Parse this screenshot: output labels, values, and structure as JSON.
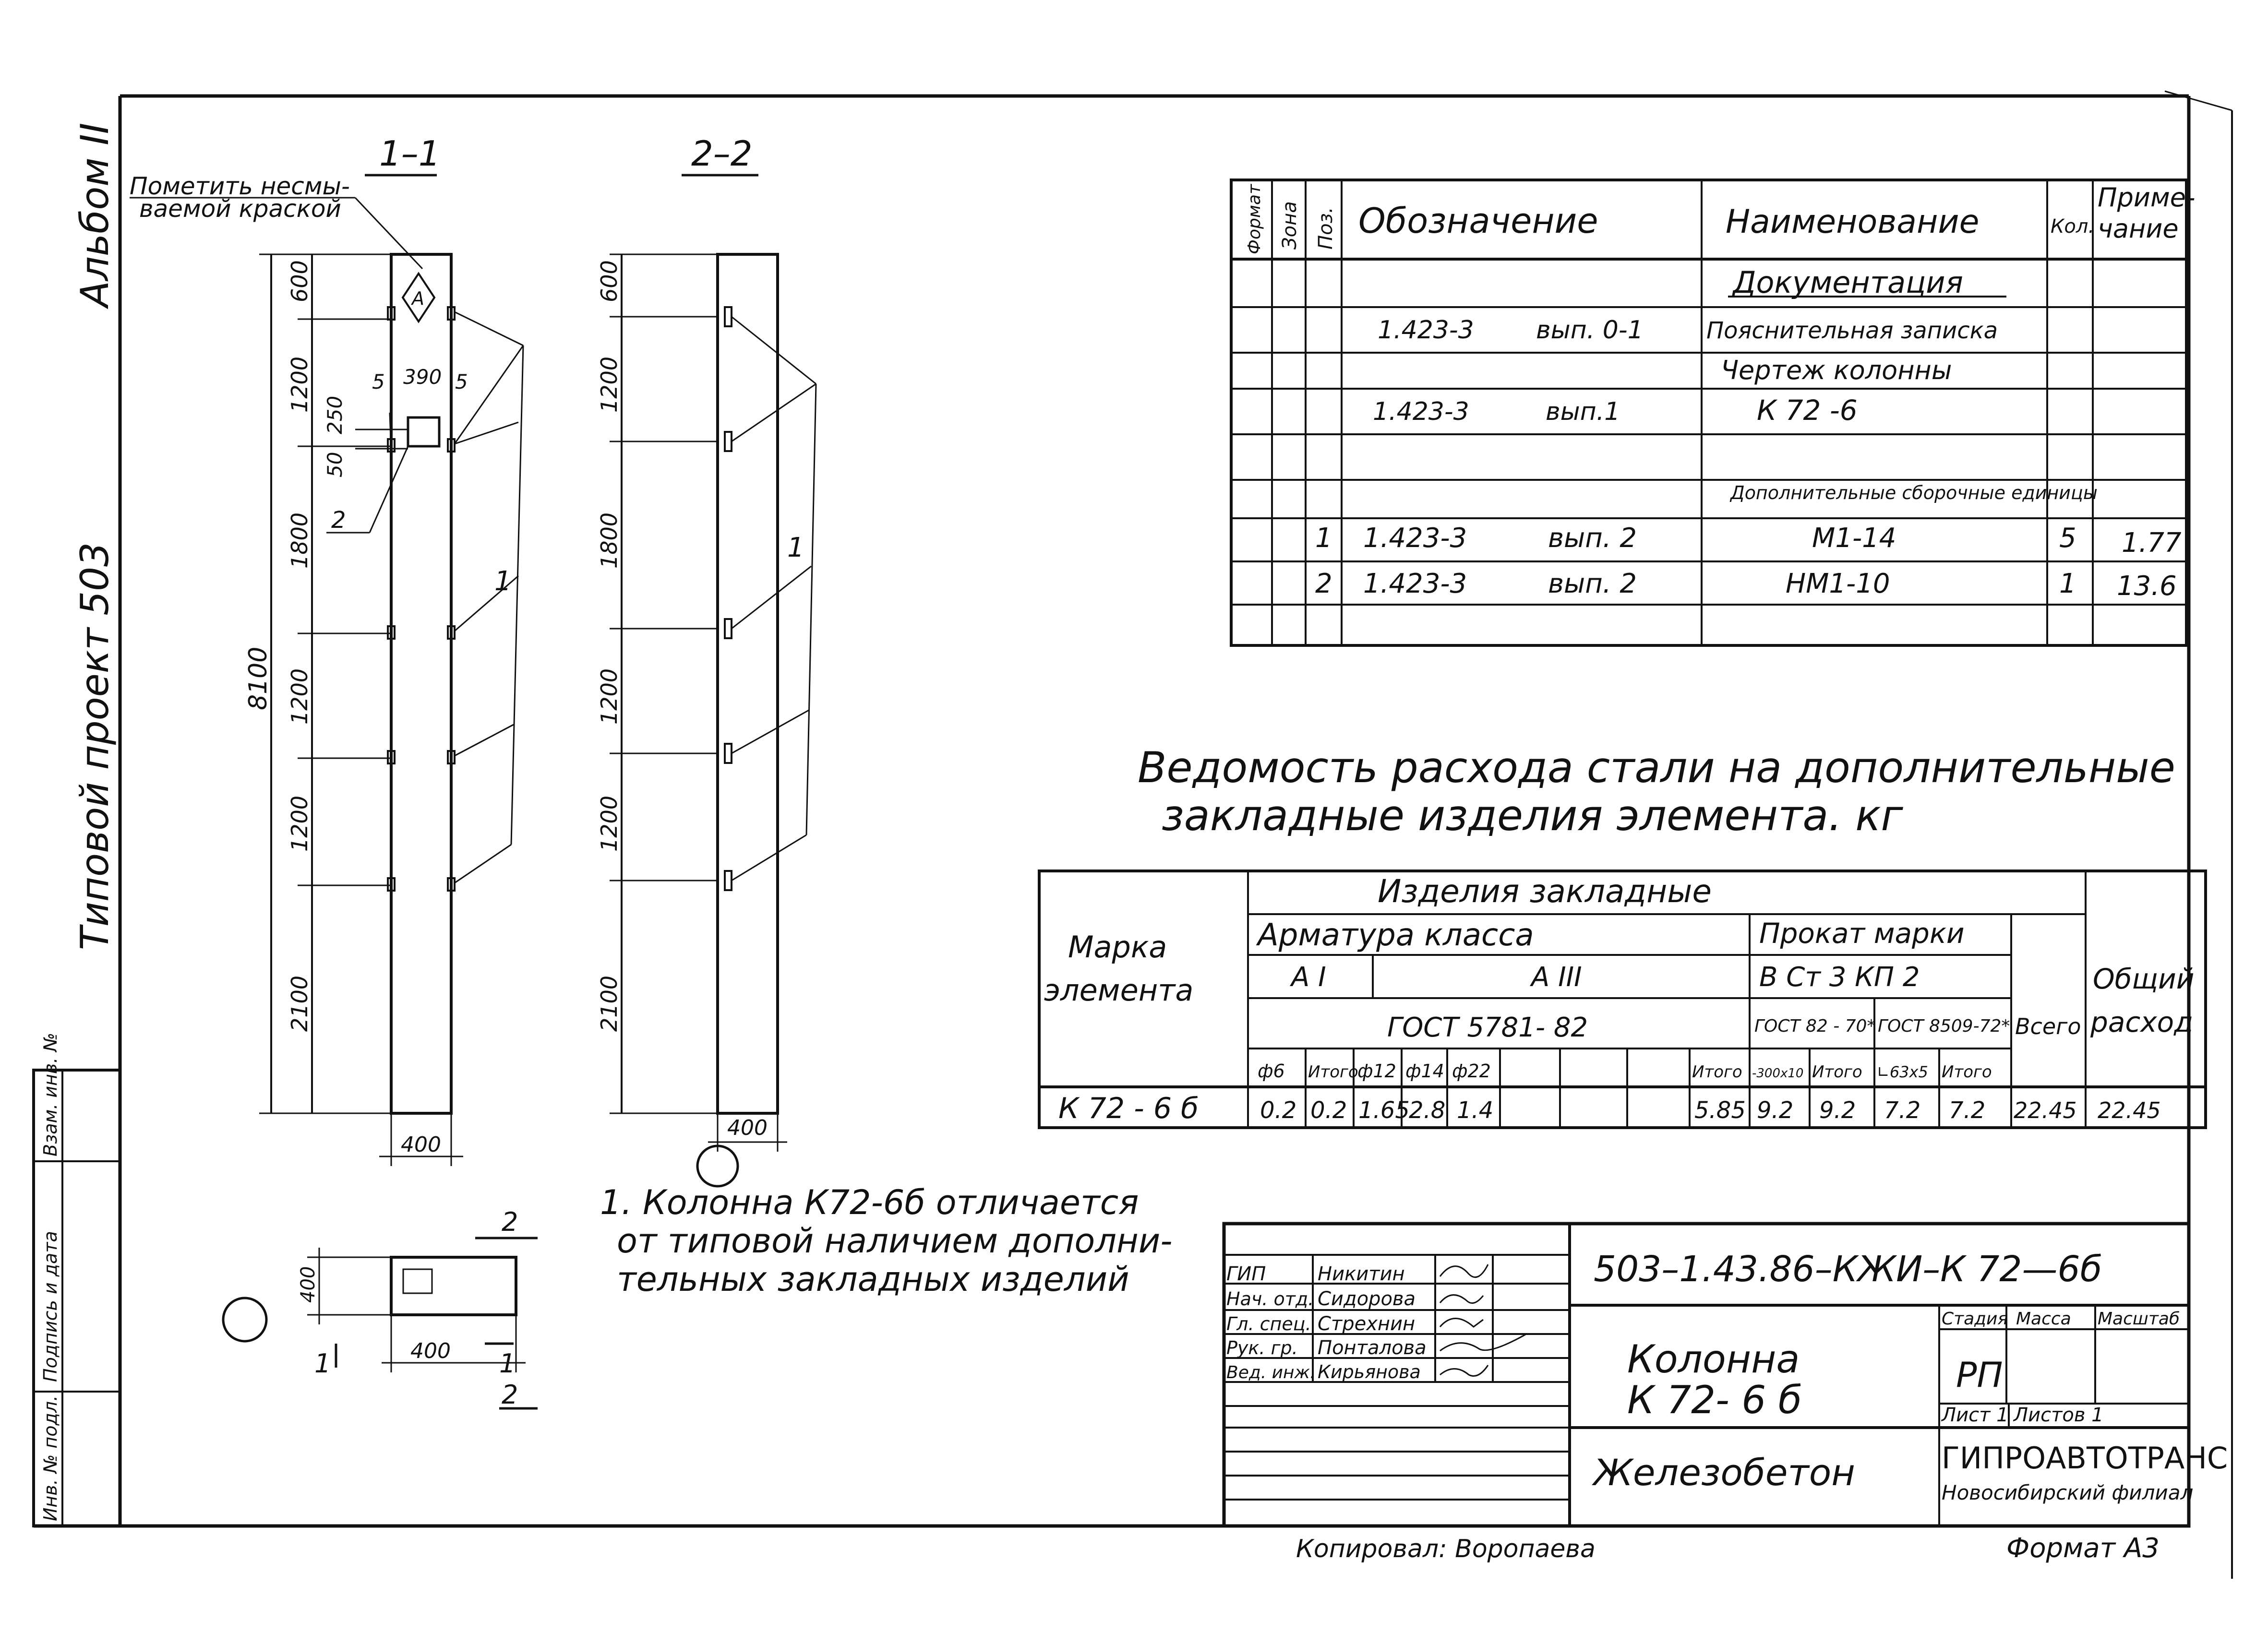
{
  "margins": {
    "album": "Альбом II",
    "project": "Типовой проект 503",
    "stamp": [
      "Инв. № подл.",
      "Подпись и дата",
      "Взам. инв. №"
    ]
  },
  "sections": {
    "s1": "1–1",
    "s2": "2–2",
    "note": [
      "Пометить несмы-",
      "ваемой краской"
    ],
    "s1_dims": [
      "600",
      "1200",
      "1800",
      "1200",
      "1200",
      "2100"
    ],
    "s2_dims": [
      "600",
      "1200",
      "1800",
      "1200",
      "1200",
      "2100"
    ],
    "total": "8100",
    "width": "400",
    "plate": [
      "5",
      "390",
      "5",
      "250",
      "50"
    ],
    "callouts": [
      "1",
      "2"
    ],
    "plan_height": "400",
    "plan_width": "400",
    "cut_marks": [
      "2",
      "1",
      "1",
      "2"
    ]
  },
  "spec": {
    "headers": [
      "Формат",
      "Зона",
      "Поз.",
      "Обозначение",
      "Наименование",
      "Кол.",
      "Приме-",
      "чание"
    ],
    "rows": [
      {
        "pos": "",
        "code": "",
        "issue": "",
        "name": "Документация",
        "qty": "",
        "note": ""
      },
      {
        "pos": "",
        "code": "1.423-3",
        "issue": "вып. 0-1",
        "name": "Пояснительная записка",
        "qty": "",
        "note": ""
      },
      {
        "pos": "",
        "code": "",
        "issue": "",
        "name": "Чертеж колонны",
        "qty": "",
        "note": ""
      },
      {
        "pos": "",
        "code": "1.423-3",
        "issue": "вып.1",
        "name": "К 72 -6",
        "qty": "",
        "note": ""
      },
      {
        "pos": "",
        "code": "",
        "issue": "",
        "name": "Дополнительные сборочные единицы",
        "qty": "",
        "note": ""
      },
      {
        "pos": "1",
        "code": "1.423-3",
        "issue": "вып. 2",
        "name": "М1-14",
        "qty": "5",
        "note": "1.77"
      },
      {
        "pos": "2",
        "code": "1.423-3",
        "issue": "вып. 2",
        "name": "НМ1-10",
        "qty": "1",
        "note": "13.6"
      },
      {
        "pos": "",
        "code": "",
        "issue": "",
        "name": "",
        "qty": "",
        "note": ""
      }
    ]
  },
  "steel": {
    "title1": "Ведомость расхода стали на дополнительные",
    "title2": "закладные изделия элемента. кг",
    "mark": [
      "Марка",
      "элемента"
    ],
    "group": "Изделия закладные",
    "armatura": "Арматура класса",
    "a1": "А I",
    "a3": "А III",
    "gost": "ГОСТ 5781- 82",
    "prokat": "Прокат марки",
    "steel_grade": "В Ст 3 КП 2",
    "gost82": "ГОСТ 82 - 70*",
    "gost8509": "ГОСТ 8509-72*",
    "vsego": "Всего",
    "total": [
      "Общий",
      "расход"
    ],
    "cols": [
      "ф6",
      "Итого",
      "ф12",
      "ф14",
      "ф22",
      "",
      "",
      "Итого",
      "-300х10",
      "Итого",
      "∟63х5",
      "Итого"
    ],
    "row": [
      "К 72 - 6 б",
      "0.2",
      "0.2",
      "1.65",
      "2.8",
      "1.4",
      "",
      "",
      "5.85",
      "9.2",
      "9.2",
      "7.2",
      "7.2",
      "22.45",
      "22.45"
    ]
  },
  "note": [
    "1. Колонна К72-6б отличается",
    "от типовой наличием дополни-",
    "тельных закладных изделий"
  ],
  "title_block": {
    "code": "503–1.43.86–КЖИ–К 72—6б",
    "staff": [
      {
        "role": "ГИП",
        "name": "Никитин"
      },
      {
        "role": "Нач. отд.",
        "name": "Сидорова"
      },
      {
        "role": "Гл. спец.",
        "name": "Стрехнин"
      },
      {
        "role": "Рук. гр.",
        "name": "Понталова"
      },
      {
        "role": "Вед. инж.",
        "name": "Кирьянова"
      }
    ],
    "name": [
      "Колонна",
      "К 72- 6 б"
    ],
    "stage_hdr": [
      "Стадия",
      "Масса",
      "Масштаб"
    ],
    "stage": "РП",
    "sheet": "Лист 1",
    "sheets": "Листов 1",
    "material": "Железобетон",
    "org": [
      "ГИПРОАВТОТРАНС",
      "Новосибирский филиал"
    ]
  },
  "footer": {
    "copied": "Копировал: Воропаева",
    "format": "Формат А3"
  }
}
